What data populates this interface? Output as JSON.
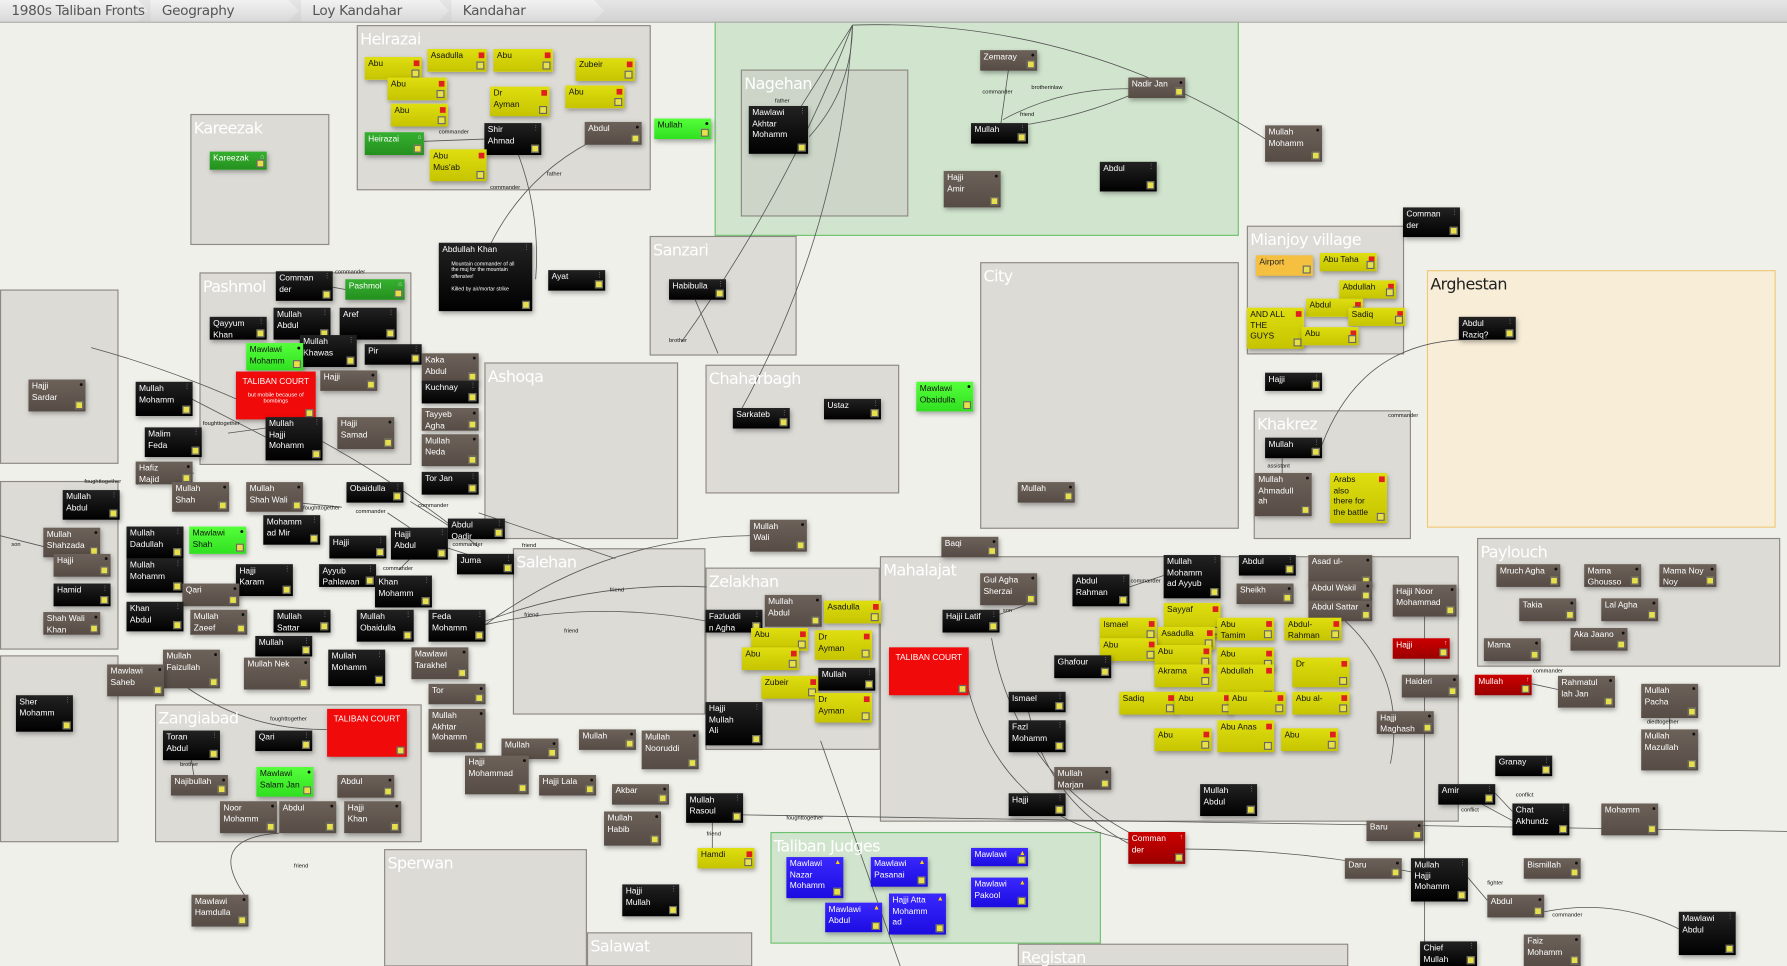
{
  "breadcrumb": [
    "1980s Taliban Fronts",
    "Geography",
    "Loy Kandahar",
    "Kandahar"
  ],
  "groups": [
    {
      "label": "Helrazai",
      "style": "plain"
    },
    {
      "label": "Kareezak",
      "style": "plain"
    },
    {
      "label": "",
      "style": "green"
    },
    {
      "label": "Nagehan",
      "style": "plain"
    },
    {
      "label": "Sanzari",
      "style": "plain"
    },
    {
      "label": "City",
      "style": "plain"
    },
    {
      "label": "Mianjoy village",
      "style": "plain"
    },
    {
      "label": "Arghestan",
      "style": "amber"
    },
    {
      "label": "Pashmol",
      "style": "plain"
    },
    {
      "label": "",
      "style": "plain"
    },
    {
      "label": "Ashoqa",
      "style": "plain"
    },
    {
      "label": "Chaharbagh",
      "style": "plain"
    },
    {
      "label": "Khakrez",
      "style": "plain"
    },
    {
      "label": "",
      "style": "plain"
    },
    {
      "label": "Salehan",
      "style": "plain"
    },
    {
      "label": "Paylouch",
      "style": "plain"
    },
    {
      "label": "Mahalajat",
      "style": "plain"
    },
    {
      "label": "Zelakhan",
      "style": "plain"
    },
    {
      "label": "",
      "style": "plain"
    },
    {
      "label": "Zangiabad",
      "style": "plain"
    },
    {
      "label": "Sperwan",
      "style": "plain"
    },
    {
      "label": "Taliban Judges",
      "style": "green"
    },
    {
      "label": "Salawat",
      "style": "plain"
    },
    {
      "label": "Registan",
      "style": "plain"
    }
  ],
  "nodes": [
    {
      "label": "Abu",
      "kind": "y"
    },
    {
      "label": "Asadulla",
      "kind": "y"
    },
    {
      "label": "Abu",
      "kind": "y"
    },
    {
      "label": "Zubeir",
      "kind": "y"
    },
    {
      "label": "Abu",
      "kind": "y"
    },
    {
      "label": "Dr\nAyman",
      "kind": "y"
    },
    {
      "label": "Abu",
      "kind": "y"
    },
    {
      "label": "Abu",
      "kind": "y"
    },
    {
      "label": "Heirazai",
      "kind": "gd"
    },
    {
      "label": "Shir\nAhmad",
      "kind": "k"
    },
    {
      "label": "Abu\nMus'ab",
      "kind": "y"
    },
    {
      "label": "Abdul",
      "kind": "b"
    },
    {
      "label": "Mullah",
      "kind": "g"
    },
    {
      "label": "Kareezak",
      "kind": "gd"
    },
    {
      "label": "Mawlawi\nAkhtar\nMohamm",
      "kind": "k"
    },
    {
      "label": "Zemaray",
      "kind": "b"
    },
    {
      "label": "Nadir Jan",
      "kind": "b"
    },
    {
      "label": "Mullah",
      "kind": "k"
    },
    {
      "label": "Hajji\nAmir",
      "kind": "b"
    },
    {
      "label": "Abdul",
      "kind": "k"
    },
    {
      "label": "Mullah\nMohamm",
      "kind": "b"
    },
    {
      "label": "Abdullah Khan",
      "kind": "k",
      "note": "Mountain commander of all the muj for the mountain offensive!\n\nKilled by air/mortar strike"
    },
    {
      "label": "Ayat",
      "kind": "k"
    },
    {
      "label": "Habibulla",
      "kind": "k"
    },
    {
      "label": "Comman\nder",
      "kind": "k"
    },
    {
      "label": "Pashmol",
      "kind": "gd"
    },
    {
      "label": "Qayyum\nKhan",
      "kind": "k"
    },
    {
      "label": "Mullah\nAbdul",
      "kind": "k"
    },
    {
      "label": "Aref",
      "kind": "k"
    },
    {
      "label": "Mullah\nKhawas",
      "kind": "k"
    },
    {
      "label": "Mawlawi\nMohamm",
      "kind": "g"
    },
    {
      "label": "Pir",
      "kind": "k"
    },
    {
      "label": "TALIBAN COURT",
      "kind": "r",
      "note": "but mobile because of bombings"
    },
    {
      "label": "Hajji",
      "kind": "b"
    },
    {
      "label": "Mullah\nHajji\nMohamm",
      "kind": "k"
    },
    {
      "label": "Hajji\nSamad",
      "kind": "b"
    },
    {
      "label": "Kaka\nAbdul",
      "kind": "b"
    },
    {
      "label": "Kuchnay",
      "kind": "k"
    },
    {
      "label": "Tayyeb\nAgha",
      "kind": "b"
    },
    {
      "label": "Mullah\nNeda",
      "kind": "b"
    },
    {
      "label": "Tor Jan",
      "kind": "k"
    },
    {
      "label": "Hajji\nSardar",
      "kind": "b"
    },
    {
      "label": "Mullah\nMohamm",
      "kind": "k"
    },
    {
      "label": "Malim\nFeda",
      "kind": "k"
    },
    {
      "label": "Hafiz\nMajid",
      "kind": "b"
    },
    {
      "label": "Mullah\nShah",
      "kind": "b"
    },
    {
      "label": "Mullah\nShah Wali",
      "kind": "b"
    },
    {
      "label": "Obaidulla",
      "kind": "k"
    },
    {
      "label": "Mullah\nAbdul",
      "kind": "k"
    },
    {
      "label": "Mohamm\nad Mir",
      "kind": "k"
    },
    {
      "label": "Mawlawi\nShah",
      "kind": "g"
    },
    {
      "label": "Mullah\nDadullah",
      "kind": "k"
    },
    {
      "label": "Mullah\nMohamm",
      "kind": "k"
    },
    {
      "label": "Mullah\nShahzada",
      "kind": "b"
    },
    {
      "label": "Hajji",
      "kind": "b"
    },
    {
      "label": "Hamid",
      "kind": "k"
    },
    {
      "label": "Shah Wali\nKhan",
      "kind": "b"
    },
    {
      "label": "Hajji",
      "kind": "k"
    },
    {
      "label": "Hajji\nAbdul",
      "kind": "k"
    },
    {
      "label": "Abdul\nQadir",
      "kind": "k"
    },
    {
      "label": "Juma",
      "kind": "k"
    },
    {
      "label": "Hajji\nKaram",
      "kind": "k"
    },
    {
      "label": "Ayyub\nPahlawan",
      "kind": "k"
    },
    {
      "label": "Khan\nMohamm",
      "kind": "k"
    },
    {
      "label": "Qari",
      "kind": "b"
    },
    {
      "label": "Khan\nAbdul",
      "kind": "k"
    },
    {
      "label": "Mullah\nZaeef",
      "kind": "b"
    },
    {
      "label": "Mullah\nSattar",
      "kind": "k"
    },
    {
      "label": "Mullah\nObaidulla",
      "kind": "k"
    },
    {
      "label": "Feda\nMohamm",
      "kind": "k"
    },
    {
      "label": "Mullah",
      "kind": "k"
    },
    {
      "label": "Mullah\nFaizullah",
      "kind": "b"
    },
    {
      "label": "Mullah Nek",
      "kind": "b"
    },
    {
      "label": "Mullah\nMohamm",
      "kind": "k"
    },
    {
      "label": "Mawlawi\nTarakhel",
      "kind": "b"
    },
    {
      "label": "Mawlawi\nSaheb",
      "kind": "b"
    },
    {
      "label": "Sher\nMohamm",
      "kind": "k"
    },
    {
      "label": "Tor",
      "kind": "b"
    },
    {
      "label": "Mullah\nAkhtar\nMohamm",
      "kind": "b"
    },
    {
      "label": "TALIBAN COURT",
      "kind": "r"
    },
    {
      "label": "Toran\nAbdul",
      "kind": "k"
    },
    {
      "label": "Qari",
      "kind": "k"
    },
    {
      "label": "Najibullah",
      "kind": "b"
    },
    {
      "label": "Mawlawi\nSalam Jan",
      "kind": "g"
    },
    {
      "label": "Abdul",
      "kind": "b"
    },
    {
      "label": "Noor\nMohamm",
      "kind": "b"
    },
    {
      "label": "Abdul",
      "kind": "b"
    },
    {
      "label": "Hajji\nKhan",
      "kind": "b"
    },
    {
      "label": "Mullah",
      "kind": "b"
    },
    {
      "label": "Hajji\nMohammad",
      "kind": "b"
    },
    {
      "label": "Hajji Lala",
      "kind": "b"
    },
    {
      "label": "Mawlawi\nHamdulla",
      "kind": "b"
    },
    {
      "label": "Mullah",
      "kind": "b"
    },
    {
      "label": "Mullah\nNooruddi",
      "kind": "b"
    },
    {
      "label": "Akbar",
      "kind": "b"
    },
    {
      "label": "Mullah\nRasoul",
      "kind": "k"
    },
    {
      "label": "Mullah\nHabib",
      "kind": "b"
    },
    {
      "label": "Hamdi",
      "kind": "y"
    },
    {
      "label": "Hajji\nMullah",
      "kind": "k"
    },
    {
      "label": "Mullah\nWali",
      "kind": "b"
    },
    {
      "label": "Baqi",
      "kind": "b"
    },
    {
      "label": "Sarkateb",
      "kind": "k"
    },
    {
      "label": "Ustaz",
      "kind": "k"
    },
    {
      "label": "Mawlawi\nObaidulla",
      "kind": "g"
    },
    {
      "label": "Mullah\nAbdul",
      "kind": "b"
    },
    {
      "label": "Fazluddi\nn Agha",
      "kind": "k"
    },
    {
      "label": "Asadulla",
      "kind": "y"
    },
    {
      "label": "Abu",
      "kind": "y"
    },
    {
      "label": "Dr\nAyman",
      "kind": "y"
    },
    {
      "label": "Abu",
      "kind": "y"
    },
    {
      "label": "Zubeir",
      "kind": "y"
    },
    {
      "label": "Mullah",
      "kind": "k"
    },
    {
      "label": "Dr\nAyman",
      "kind": "y"
    },
    {
      "label": "Hajji\nMullah\nAli",
      "kind": "k"
    },
    {
      "label": "Gul Agha\nSherzai",
      "kind": "b"
    },
    {
      "label": "Abdul\nRahman",
      "kind": "k"
    },
    {
      "label": "Mullah\nMohamm\nad Ayyub",
      "kind": "k"
    },
    {
      "label": "Abdul",
      "kind": "k"
    },
    {
      "label": "Asad ul-",
      "kind": "b"
    },
    {
      "label": "Sheikh",
      "kind": "b"
    },
    {
      "label": "Abdul Wakil",
      "kind": "b"
    },
    {
      "label": "Abdul Sattar",
      "kind": "b"
    },
    {
      "label": "Hajji Latif",
      "kind": "k"
    },
    {
      "label": "Sayyaf",
      "kind": "y"
    },
    {
      "label": "Ismael",
      "kind": "y"
    },
    {
      "label": "Asadulla",
      "kind": "y"
    },
    {
      "label": "Abu\nTamim",
      "kind": "y"
    },
    {
      "label": "Abdul-\nRahman",
      "kind": "y"
    },
    {
      "label": "Abu",
      "kind": "y"
    },
    {
      "label": "Abu",
      "kind": "y"
    },
    {
      "label": "Abu",
      "kind": "y"
    },
    {
      "label": "TALIBAN COURT",
      "kind": "r"
    },
    {
      "label": "Ghafour",
      "kind": "k"
    },
    {
      "label": "Akrama",
      "kind": "y"
    },
    {
      "label": "Abdullah",
      "kind": "y"
    },
    {
      "label": "Dr",
      "kind": "y"
    },
    {
      "label": "Ismael",
      "kind": "k"
    },
    {
      "label": "Sadiq",
      "kind": "y"
    },
    {
      "label": "Abu",
      "kind": "y"
    },
    {
      "label": "Abu",
      "kind": "y"
    },
    {
      "label": "Abu al-",
      "kind": "y"
    },
    {
      "label": "Fazl\nMohamm",
      "kind": "k"
    },
    {
      "label": "Abu",
      "kind": "y"
    },
    {
      "label": "Abu Anas",
      "kind": "y"
    },
    {
      "label": "Abu",
      "kind": "y"
    },
    {
      "label": "Mullah\nMarjan",
      "kind": "b"
    },
    {
      "label": "Hajji",
      "kind": "k"
    },
    {
      "label": "Mullah\nAbdul",
      "kind": "k"
    },
    {
      "label": "Hajji Noor\nMohammad",
      "kind": "b"
    },
    {
      "label": "Hajji",
      "kind": "dr"
    },
    {
      "label": "Haideri",
      "kind": "b"
    },
    {
      "label": "Hajji\nMaghash",
      "kind": "b"
    },
    {
      "label": "Mullah",
      "kind": "dr"
    },
    {
      "label": "Rahmatul\nlah Jan",
      "kind": "b"
    },
    {
      "label": "Mullah\nPacha",
      "kind": "b"
    },
    {
      "label": "Mullah\nMazullah",
      "kind": "b"
    },
    {
      "label": "Granay",
      "kind": "k"
    },
    {
      "label": "Amir",
      "kind": "k"
    },
    {
      "label": "Chat\nAkhundz",
      "kind": "k"
    },
    {
      "label": "Mohamm",
      "kind": "b"
    },
    {
      "label": "Baru",
      "kind": "b"
    },
    {
      "label": "Comman\nder",
      "kind": "dr"
    },
    {
      "label": "Daru",
      "kind": "b"
    },
    {
      "label": "Mullah\nHajji\nMohamm",
      "kind": "k"
    },
    {
      "label": "Bismillah",
      "kind": "b"
    },
    {
      "label": "Abdul",
      "kind": "b"
    },
    {
      "label": "Mawlawi\nAbdul",
      "kind": "k"
    },
    {
      "label": "Faiz\nMohamm",
      "kind": "b"
    },
    {
      "label": "Chief\nMullah",
      "kind": "k"
    },
    {
      "label": "Mruch Agha",
      "kind": "b"
    },
    {
      "label": "Mama\nGhousso",
      "kind": "b"
    },
    {
      "label": "Mama Noy\nNoy",
      "kind": "b"
    },
    {
      "label": "Takia",
      "kind": "b"
    },
    {
      "label": "Lal Agha",
      "kind": "b"
    },
    {
      "label": "Aka Jaano",
      "kind": "b"
    },
    {
      "label": "Mama",
      "kind": "b"
    },
    {
      "label": "Abu Taha",
      "kind": "y"
    },
    {
      "label": "Airport",
      "kind": "o"
    },
    {
      "label": "Abdullah",
      "kind": "y"
    },
    {
      "label": "Abdul",
      "kind": "y"
    },
    {
      "label": "Sadiq",
      "kind": "y"
    },
    {
      "label": "AND ALL\nTHE\nGUYS",
      "kind": "y"
    },
    {
      "label": "Abu",
      "kind": "y"
    },
    {
      "label": "Comman\nder",
      "kind": "k"
    },
    {
      "label": "Abdul\nRaziq?",
      "kind": "k"
    },
    {
      "label": "Hajji",
      "kind": "k"
    },
    {
      "label": "Mullah",
      "kind": "k"
    },
    {
      "label": "Mullah\nAhmadull\nah",
      "kind": "b"
    },
    {
      "label": "Arabs\nalso\nthere for\nthe battle",
      "kind": "y"
    },
    {
      "label": "Mullah",
      "kind": "b"
    },
    {
      "label": "Mawlawi\nNazar\nMohamm",
      "kind": "bl"
    },
    {
      "label": "Mawlawi\nPasanai",
      "kind": "bl"
    },
    {
      "label": "Mawlawi",
      "kind": "bl"
    },
    {
      "label": "Mawlawi\nPakool",
      "kind": "bl"
    },
    {
      "label": "Mawlawi\nAbdul",
      "kind": "bl"
    },
    {
      "label": "Hajji Atta\nMohamm\nad",
      "kind": "bl"
    }
  ],
  "edge_labels": [
    "commander",
    "commander",
    "father",
    "friend",
    "brotherinlaw",
    "commander",
    "father",
    "commander",
    "brother",
    "foughttogether",
    "foughttogether",
    "foughttogether",
    "commander",
    "commander",
    "commander",
    "friend",
    "friend",
    "friend",
    "friend",
    "son",
    "commander",
    "foughttogether",
    "brother",
    "friend",
    "friend",
    "foughttogether",
    "son",
    "commander",
    "commander",
    "conflict",
    "conflict",
    "fighter",
    "commander",
    "diedtogether",
    "assistant",
    "commander"
  ],
  "colors": {
    "yellow": "#d6d400",
    "black": "#000000",
    "brown": "#5f554d",
    "bright_green": "#3eff2e",
    "place_green": "#2a9a1a",
    "court_red": "#f50a0a",
    "dark_red": "#b00000",
    "judge_blue": "#2a14ff"
  }
}
